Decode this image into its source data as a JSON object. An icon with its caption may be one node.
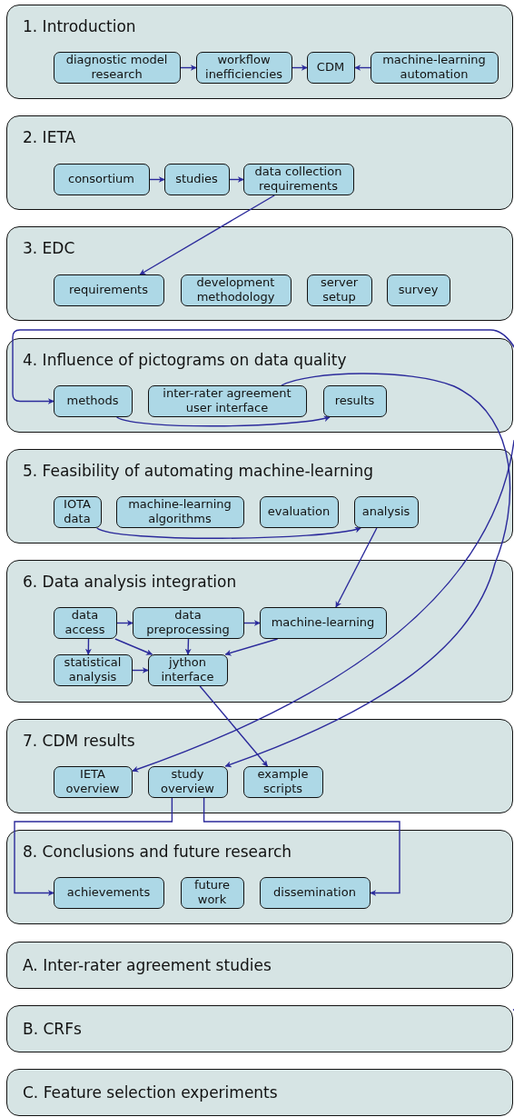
{
  "diagram": {
    "nodes": [
      {
        "text": [
          "1. Introduction"
        ]
      },
      {
        "text": [
          "diagnostic model research"
        ],
        "in": 0
      },
      {
        "text": [
          "workflow inefficiencies"
        ],
        "in": 0
      },
      {
        "text": [
          "CDM"
        ],
        "in": 0
      },
      {
        "text": [
          "machine-learning automation"
        ],
        "in": 0
      },
      {
        "text": [
          "2. IETA"
        ]
      },
      {
        "text": [
          "consortium"
        ],
        "in": 5
      },
      {
        "text": [
          "studies"
        ],
        "in": 5
      },
      {
        "text": [
          "data collection requirements"
        ],
        "in": 5
      },
      {
        "text": [
          "3. EDC"
        ]
      },
      {
        "text": [
          "requirements"
        ],
        "in": 9
      },
      {
        "text": [
          "development methodology"
        ],
        "in": 9
      },
      {
        "text": [
          "server setup"
        ],
        "in": 9
      },
      {
        "text": [
          "survey"
        ],
        "in": 9
      },
      {
        "text": [
          "4. Influence of pictograms on data quality"
        ]
      },
      {
        "text": [
          "methods"
        ],
        "in": 14
      },
      {
        "text": [
          "inter-rater agreement user interface"
        ],
        "in": 14
      },
      {
        "text": [
          "results"
        ],
        "in": 14
      },
      {
        "text": [
          "5. Feasibility of automating machine-learning"
        ]
      },
      {
        "text": [
          "IOTA data"
        ],
        "in": 18
      },
      {
        "text": [
          "machine-learning algorithms"
        ],
        "in": 18
      },
      {
        "text": [
          "evaluation"
        ],
        "in": 18
      },
      {
        "text": [
          "analysis"
        ],
        "in": 18
      },
      {
        "text": [
          "6. Data analysis integration"
        ]
      },
      {
        "text": [
          "data access"
        ],
        "in": 23
      },
      {
        "text": [
          "data preprocessing"
        ],
        "in": 23
      },
      {
        "text": [
          "machine-learning"
        ],
        "in": 23
      },
      {
        "text": [
          "statistical analysis"
        ],
        "in": 23
      },
      {
        "text": [
          "jython interface"
        ],
        "in": 23
      },
      {
        "text": [
          "7. CDM results"
        ]
      },
      {
        "text": [
          "IETA overview"
        ],
        "in": 29
      },
      {
        "text": [
          "study overview"
        ],
        "in": 29
      },
      {
        "text": [
          "example scripts"
        ],
        "in": 29
      },
      {
        "text": [
          "8. Conclusions and future research"
        ]
      },
      {
        "text": [
          "achievements"
        ],
        "in": 33
      },
      {
        "text": [
          "future work"
        ],
        "in": 33
      },
      {
        "text": [
          "dissemination"
        ],
        "in": 33
      },
      {
        "text": [
          "A. Inter-rater agreement studies"
        ]
      },
      {
        "text": [
          "B. CRFs"
        ]
      },
      {
        "text": [
          "C. Feature selection experiments"
        ]
      }
    ],
    "edges": [
      {
        "from": 1,
        "to": 2,
        "arrow": "to"
      },
      {
        "from": 2,
        "to": 3,
        "arrow": "to"
      },
      {
        "from": 4,
        "to": 3,
        "arrow": "to"
      },
      {
        "from": 6,
        "to": 7,
        "arrow": "to"
      },
      {
        "from": 7,
        "to": 8,
        "arrow": "to"
      },
      {
        "from": 8,
        "to": 10,
        "arrow": "to"
      },
      {
        "from": 15,
        "to": 17,
        "arrow": "to"
      },
      {
        "from": 19,
        "to": 22,
        "arrow": "to"
      },
      {
        "from": 22,
        "to": 26,
        "arrow": "to"
      },
      {
        "from": 24,
        "to": 25,
        "arrow": "to"
      },
      {
        "from": 25,
        "to": 26,
        "arrow": "to"
      },
      {
        "from": 24,
        "to": 27,
        "arrow": "to"
      },
      {
        "from": 24,
        "to": 28,
        "arrow": "to"
      },
      {
        "from": 25,
        "to": 28,
        "arrow": "to"
      },
      {
        "from": 26,
        "to": 28,
        "arrow": "to"
      },
      {
        "from": 27,
        "to": 28,
        "arrow": "to"
      },
      {
        "from": 28,
        "to": 32,
        "arrow": "to"
      },
      {
        "from": 16,
        "to": 31,
        "arrow": "to"
      },
      {
        "from": 31,
        "to": 34,
        "arrow": "to"
      },
      {
        "from": 31,
        "to": 36,
        "arrow": "to"
      },
      {
        "from": 38,
        "to": 15,
        "arrow": "to"
      },
      {
        "from": 38,
        "to": 30,
        "arrow": "to"
      }
    ]
  }
}
